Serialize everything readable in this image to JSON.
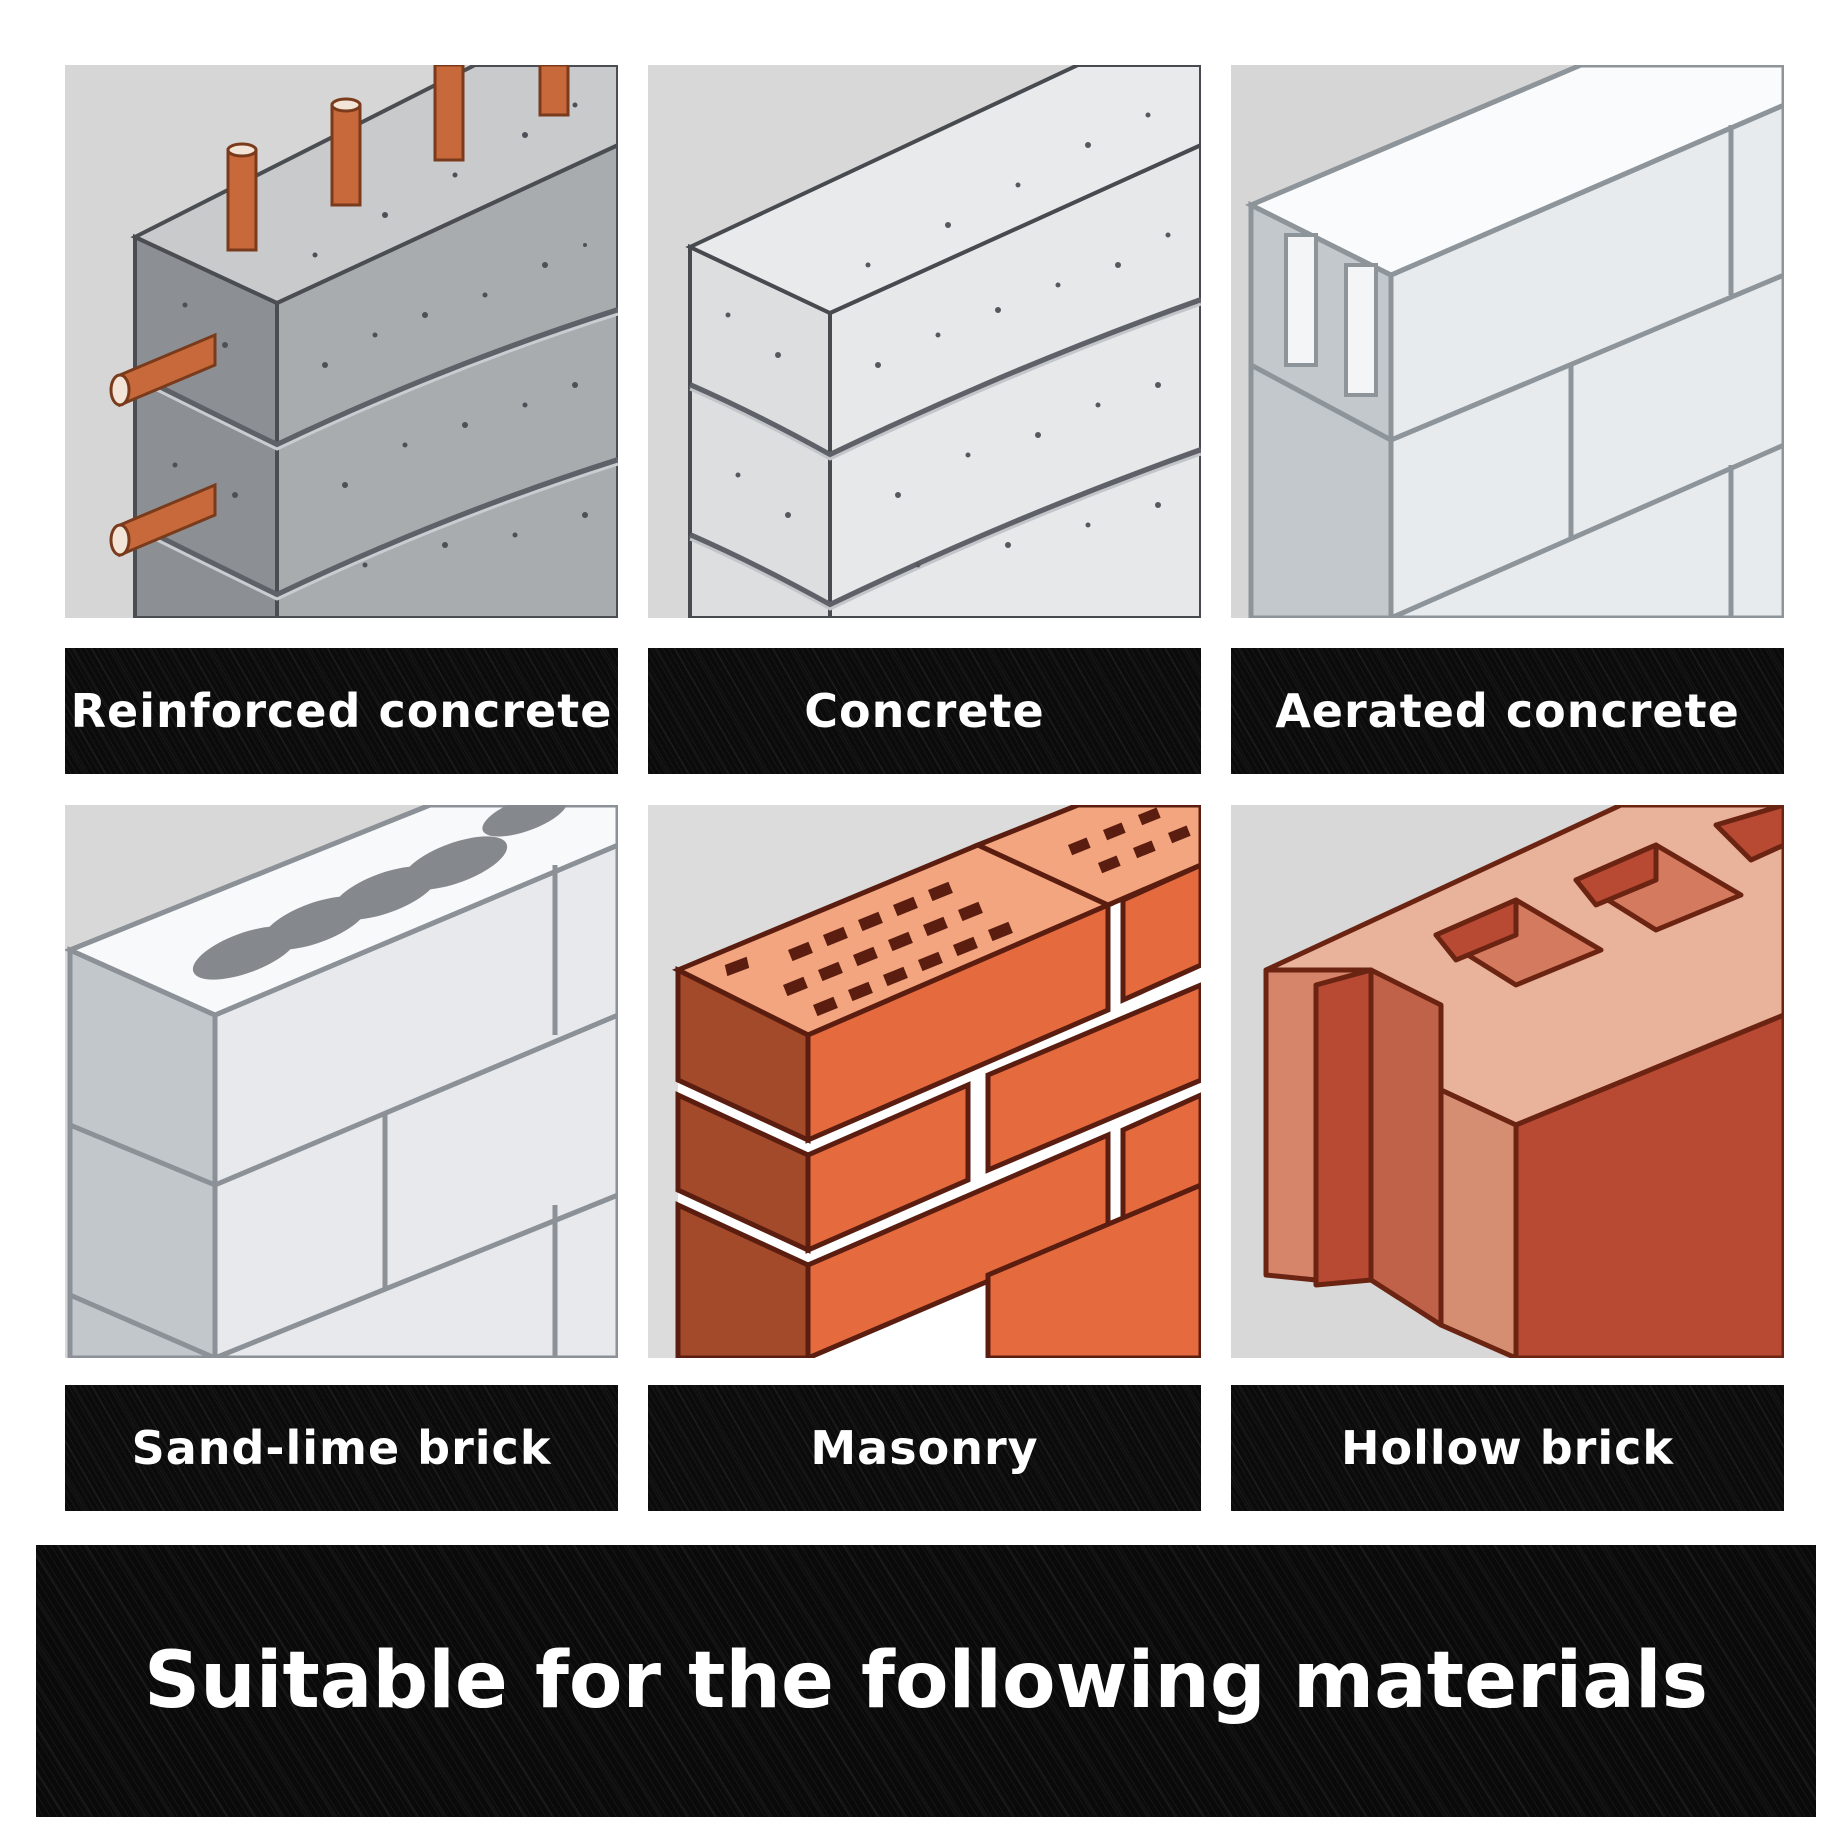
{
  "materials": [
    {
      "label": "Reinforced concrete",
      "icon": "reinforced-concrete-icon"
    },
    {
      "label": "Concrete",
      "icon": "concrete-icon"
    },
    {
      "label": "Aerated concrete",
      "icon": "aerated-concrete-icon"
    },
    {
      "label": "Sand-lime brick",
      "icon": "sand-lime-brick-icon"
    },
    {
      "label": "Masonry",
      "icon": "masonry-icon"
    },
    {
      "label": "Hollow brick",
      "icon": "hollow-brick-icon"
    }
  ],
  "banner": {
    "text": "Suitable for the following materials"
  },
  "colors": {
    "label_background": "#0b0b0b",
    "label_text": "#ffffff",
    "tile_background": "#dcdcdc",
    "brick_orange": "#e56b3e",
    "brick_outline": "#5a1d10",
    "rebar": "#c8693b"
  }
}
